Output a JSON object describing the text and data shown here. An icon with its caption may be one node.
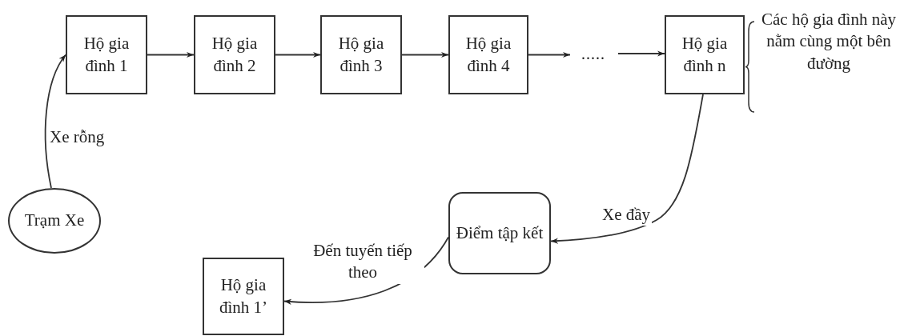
{
  "diagram": {
    "nodes": [
      {
        "text": [
          "Trạm Xe"
        ]
      },
      {
        "text": [
          "Hộ gia đình 1"
        ]
      },
      {
        "text": [
          "Hộ gia đình 2"
        ]
      },
      {
        "text": [
          "Hộ gia đình 3"
        ]
      },
      {
        "text": [
          "Hộ gia đình 4"
        ]
      },
      {
        "text": [
          "....."
        ]
      },
      {
        "text": [
          "Hộ gia đình n"
        ],
        "beside": [
          "Các hộ gia đình này nằm cùng một bên đường"
        ]
      },
      {
        "text": [
          "Điểm tập kết"
        ]
      },
      {
        "text": [
          "Hộ gia đình 1’"
        ]
      }
    ],
    "edges": [
      {
        "from": 0,
        "to": 1,
        "arrow": "to",
        "label": "Xe rỗng"
      },
      {
        "from": 1,
        "to": 2,
        "arrow": "to"
      },
      {
        "from": 2,
        "to": 3,
        "arrow": "to"
      },
      {
        "from": 3,
        "to": 4,
        "arrow": "to"
      },
      {
        "from": 4,
        "to": 5,
        "arrow": "to"
      },
      {
        "from": 5,
        "to": 6,
        "arrow": "to"
      },
      {
        "from": 6,
        "to": 7,
        "arrow": "to",
        "label": "Xe đầy"
      },
      {
        "from": 7,
        "to": 8,
        "arrow": "to",
        "label": "Đến tuyến tiếp theo"
      }
    ]
  }
}
